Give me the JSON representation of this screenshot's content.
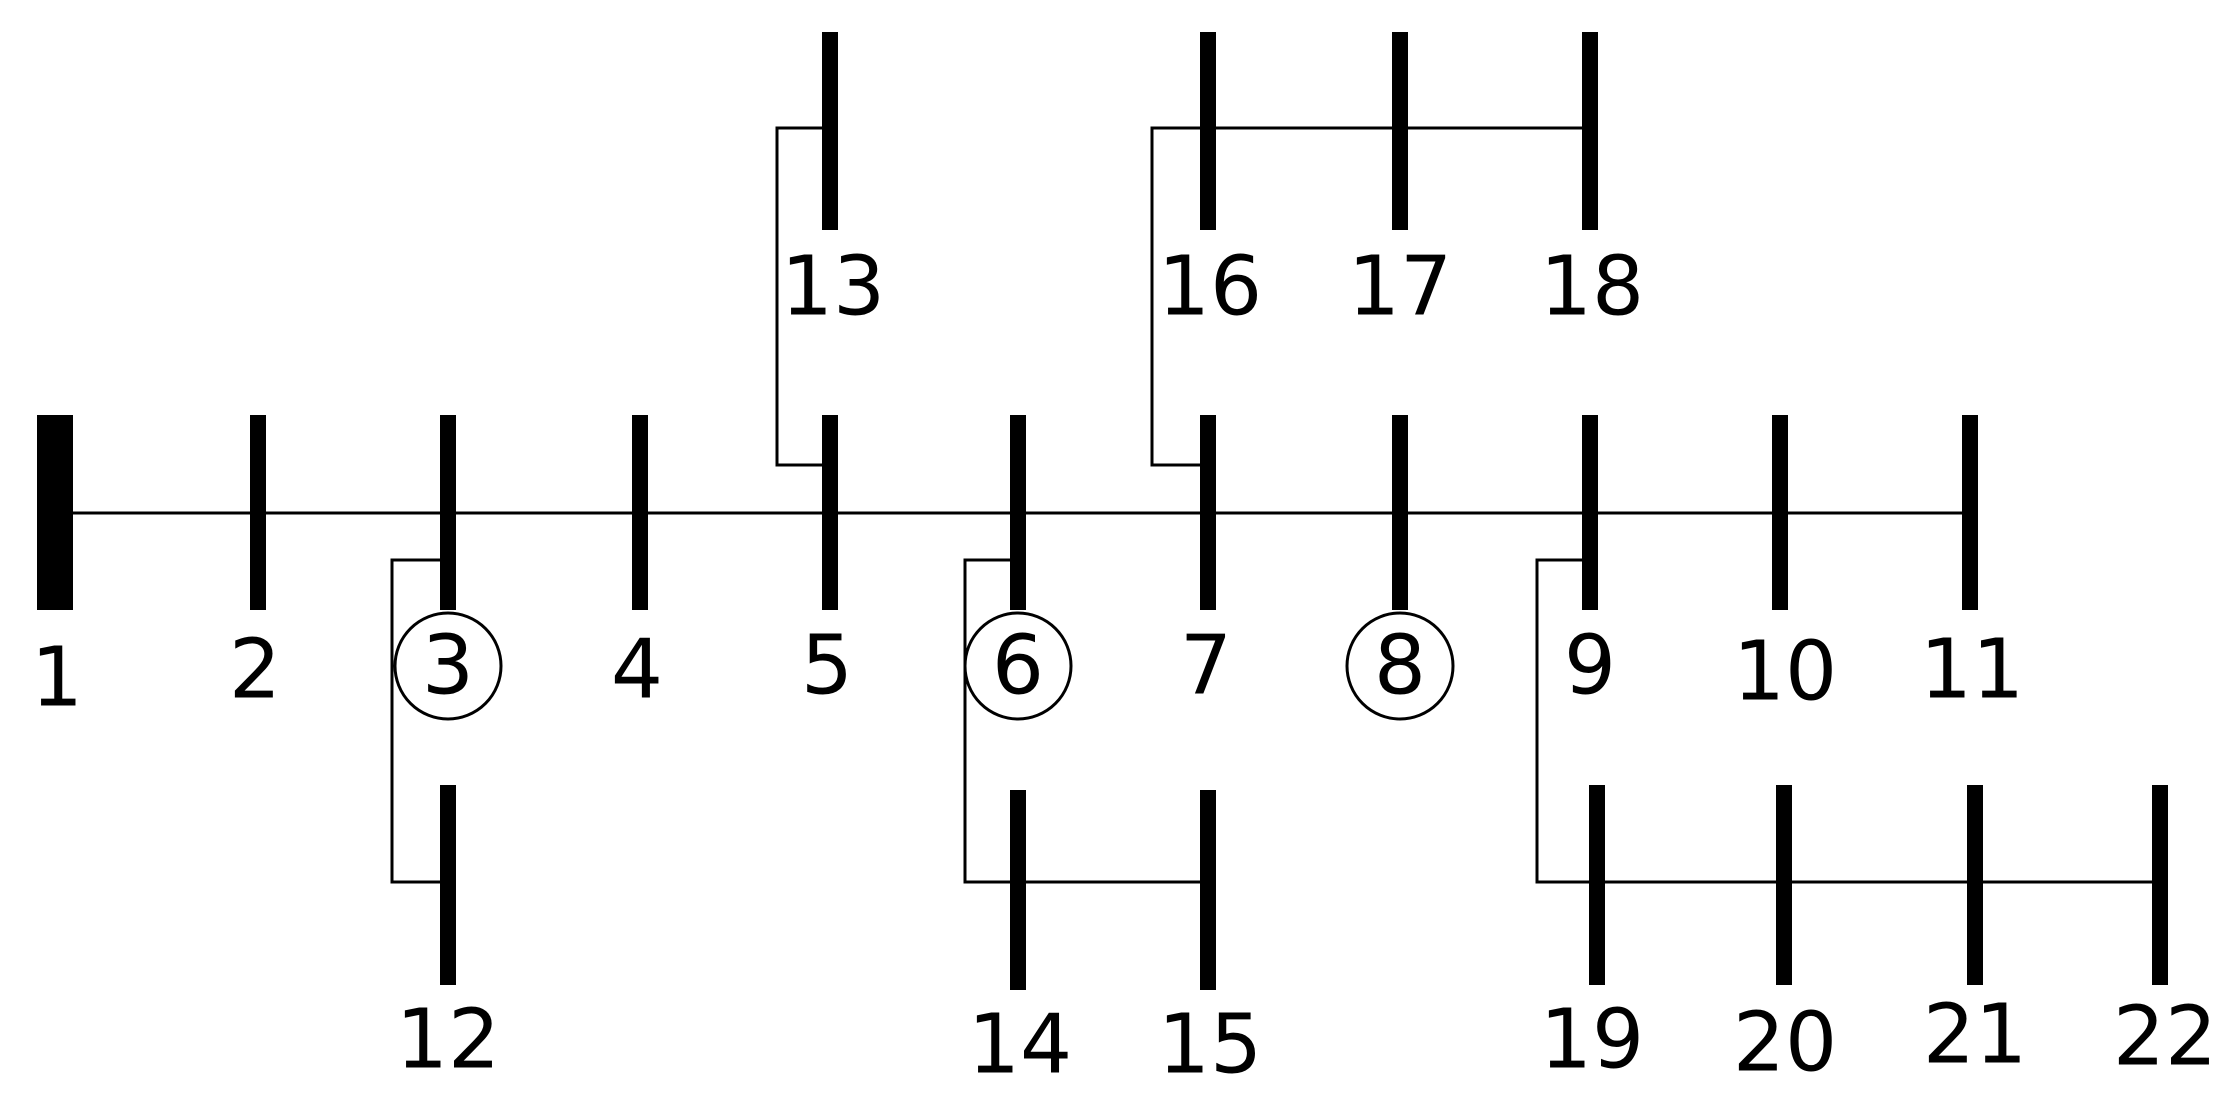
{
  "colors": {
    "line": "#000000",
    "background": "#ffffff"
  },
  "buses": [
    {
      "id": "1",
      "label": "1",
      "marked": false,
      "source": true
    },
    {
      "id": "2",
      "label": "2",
      "marked": false
    },
    {
      "id": "3",
      "label": "3",
      "marked": true
    },
    {
      "id": "4",
      "label": "4",
      "marked": false
    },
    {
      "id": "5",
      "label": "5",
      "marked": false
    },
    {
      "id": "6",
      "label": "6",
      "marked": true
    },
    {
      "id": "7",
      "label": "7",
      "marked": false
    },
    {
      "id": "8",
      "label": "8",
      "marked": true
    },
    {
      "id": "9",
      "label": "9",
      "marked": false
    },
    {
      "id": "10",
      "label": "10",
      "marked": false
    },
    {
      "id": "11",
      "label": "11",
      "marked": false
    },
    {
      "id": "12",
      "label": "12",
      "marked": false
    },
    {
      "id": "13",
      "label": "13",
      "marked": false
    },
    {
      "id": "14",
      "label": "14",
      "marked": false
    },
    {
      "id": "15",
      "label": "15",
      "marked": false
    },
    {
      "id": "16",
      "label": "16",
      "marked": false
    },
    {
      "id": "17",
      "label": "17",
      "marked": false
    },
    {
      "id": "18",
      "label": "18",
      "marked": false
    },
    {
      "id": "19",
      "label": "19",
      "marked": false
    },
    {
      "id": "20",
      "label": "20",
      "marked": false
    },
    {
      "id": "21",
      "label": "21",
      "marked": false
    },
    {
      "id": "22",
      "label": "22",
      "marked": false
    }
  ],
  "branches": [
    [
      "1",
      "2"
    ],
    [
      "2",
      "3"
    ],
    [
      "3",
      "4"
    ],
    [
      "4",
      "5"
    ],
    [
      "5",
      "6"
    ],
    [
      "6",
      "7"
    ],
    [
      "7",
      "8"
    ],
    [
      "8",
      "9"
    ],
    [
      "9",
      "10"
    ],
    [
      "10",
      "11"
    ],
    [
      "3",
      "12"
    ],
    [
      "5",
      "13"
    ],
    [
      "6",
      "14"
    ],
    [
      "14",
      "15"
    ],
    [
      "7",
      "16"
    ],
    [
      "16",
      "17"
    ],
    [
      "17",
      "18"
    ],
    [
      "9",
      "19"
    ],
    [
      "19",
      "20"
    ],
    [
      "20",
      "21"
    ],
    [
      "21",
      "22"
    ]
  ]
}
